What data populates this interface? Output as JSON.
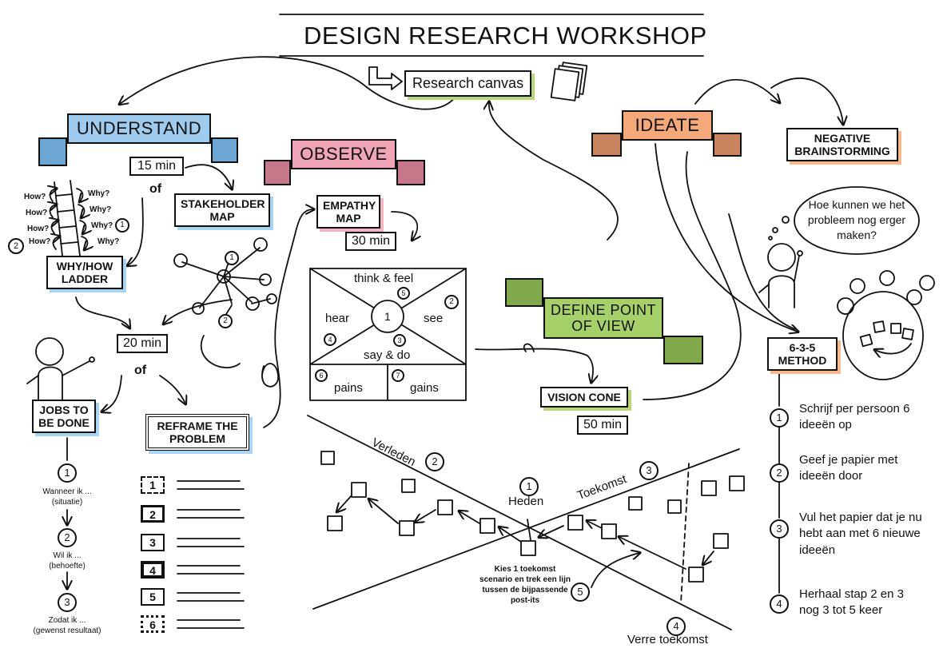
{
  "title": "DESIGN RESEARCH WORKSHOP",
  "research_canvas": "Research canvas",
  "colors": {
    "understand": "#9ecbee",
    "observe": "#f0a5b6",
    "define": "#a6d06a",
    "ideate": "#f5a97b",
    "dark": "#111111"
  },
  "understand": {
    "banner": "UNDERSTAND",
    "time1": "15 min",
    "of1": "of",
    "time2": "20 min",
    "of2": "of",
    "stakeholder_map": "STAKEHOLDER MAP",
    "why_how_ladder": "WHY/HOW LADDER",
    "jobs_to_be_done": "JOBS TO BE DONE",
    "reframe": "REFRAME THE PROBLEM",
    "hows": [
      "How?",
      "How?",
      "How?",
      "How?"
    ],
    "whys": [
      "Why?",
      "Why?",
      "Why?",
      "Why?"
    ],
    "ladder_num1": "1",
    "ladder_num2": "2",
    "jobs_steps": [
      {
        "num": "1",
        "text": "Wanneer ik ...",
        "sub": "(situatie)"
      },
      {
        "num": "2",
        "text": "Wil ik ...",
        "sub": "(behoefte)"
      },
      {
        "num": "3",
        "text": "Zodat ik ...",
        "sub": "(gewenst resultaat)"
      }
    ],
    "reframe_list": [
      "1",
      "2",
      "3",
      "4",
      "5",
      "6"
    ],
    "stakeholder_nums": [
      "1",
      "2"
    ]
  },
  "observe": {
    "banner": "OBSERVE",
    "empathy_map": "EMPATHY MAP",
    "time": "30 min",
    "think_feel": "think & feel",
    "hear": "hear",
    "see": "see",
    "say_do": "say & do",
    "pains": "pains",
    "gains": "gains",
    "center": "1",
    "n2": "2",
    "n3": "3",
    "n4": "4",
    "n5": "5",
    "n6": "6",
    "n7": "7"
  },
  "define": {
    "banner": "DEFINE POINT OF VIEW",
    "vision_cone": "VISION CONE",
    "time": "50 min",
    "verleden": "Verleden",
    "verleden_num": "2",
    "heden": "Heden",
    "heden_num": "1",
    "toekomst": "Toekomst",
    "toekomst_num": "3",
    "verre_toekomst": "Verre toekomst",
    "verre_num": "4",
    "instruction": "Kies 1 toekomst scenario en trek een lijn tussen de bijpassende post-its",
    "instruction_num": "5"
  },
  "ideate": {
    "banner": "IDEATE",
    "negative": "NEGATIVE BRAINSTORMING",
    "thought": "Hoe kunnen we het probleem nog erger maken?",
    "method": "6-3-5 METHOD",
    "steps": [
      {
        "num": "1",
        "text": "Schrijf per persoon 6 ideeën op"
      },
      {
        "num": "2",
        "text": "Geef je papier met ideeën door"
      },
      {
        "num": "3",
        "text": "Vul het papier dat je nu hebt aan met 6 nieuwe ideeën"
      },
      {
        "num": "4",
        "text": "Herhaal stap 2 en 3 nog 3 tot 5 keer"
      }
    ]
  }
}
